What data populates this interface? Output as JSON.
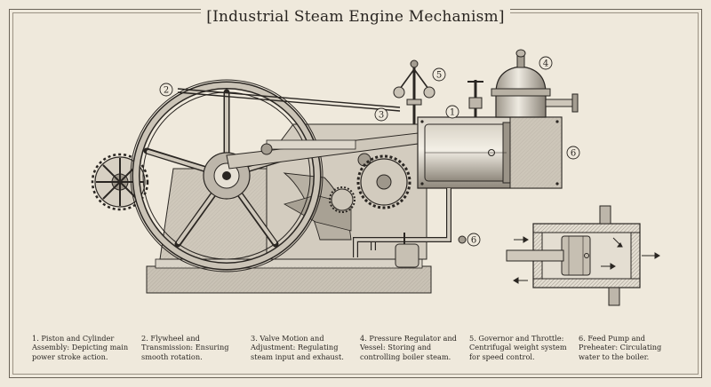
{
  "title": "[Industrial Steam Engine Mechanism]",
  "callouts": [
    "1",
    "2",
    "3",
    "4",
    "5",
    "6"
  ],
  "captions": [
    {
      "text": "1. Piston and Cylinder Assembly: Depicting main power stroke action."
    },
    {
      "text": "2. Flywheel and Transmission: Ensuring smooth rotation."
    },
    {
      "text": "3. Valve Motion and Adjustment: Regulating steam input and exhaust."
    },
    {
      "text": "4. Pressure Regulator and Vessel: Storing and controlling boiler steam."
    },
    {
      "text": "5. Governor and Throttle: Centrifugal weight system for speed control."
    },
    {
      "text": "6. Feed Pump and Preheater: Circulating water to the boiler."
    }
  ],
  "colors": {
    "paper": "#efe9dc",
    "ink": "#2a2622",
    "metal": "#bdb6aa",
    "metal_dark": "#8a8378"
  }
}
